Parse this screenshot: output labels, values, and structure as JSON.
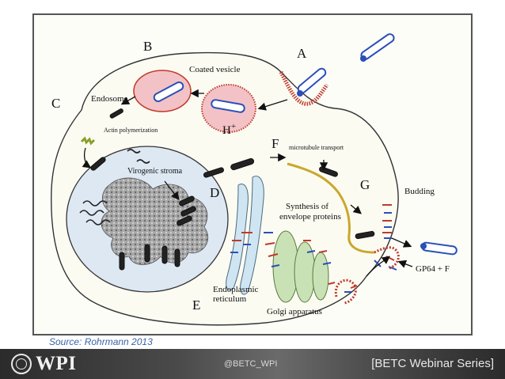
{
  "diagram": {
    "labels": {
      "A": "A",
      "B": "B",
      "C": "C",
      "D": "D",
      "E": "E",
      "F": "F",
      "G": "G",
      "coated_vesicle": "Coated vesicle",
      "endosome": "Endosome",
      "h_plus": "H",
      "h_plus_sup": "+",
      "actin": "Actin polymerization",
      "virogenic": "Virogenic stroma",
      "microtubule": "microtubule transport",
      "synthesis_1": "Synthesis of",
      "synthesis_2": "envelope proteins",
      "budding": "Budding",
      "gp64": "GP64 + F",
      "er_1": "Endoplasmic",
      "er_2": "reticulum",
      "golgi": "Golgi apparatus"
    }
  },
  "source": "Source: Rohrmann 2013",
  "footer": {
    "logo_text": "WPI",
    "handle": "@BETC_WPI",
    "series": "[BETC Webinar Series]"
  },
  "colors": {
    "pink_membrane": "#f3c2c6",
    "pink_outline": "#c0392b",
    "nucleus": "#dde8f3",
    "er": "#cfe6f2",
    "golgi": "#c9e2b5",
    "microtubule": "#c9a82c",
    "virion_blue": "#2a4fb8"
  }
}
